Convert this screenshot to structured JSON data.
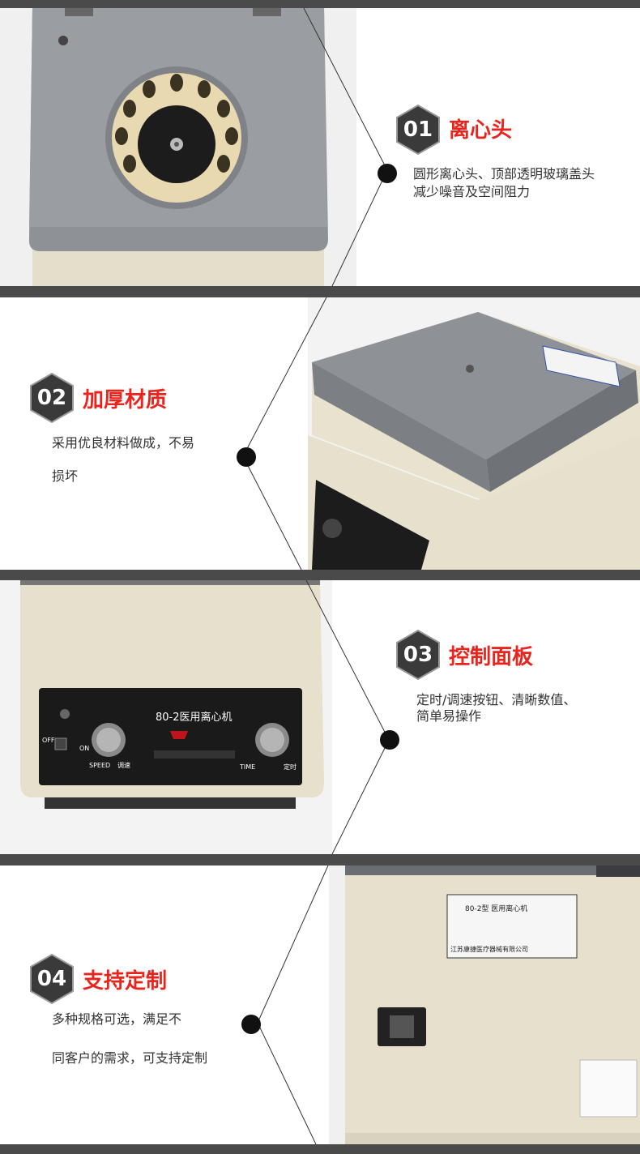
{
  "sections": [
    {
      "number": "01",
      "title": "离心头",
      "lines": [
        "圆形离心头、顶部透明玻璃盖头",
        "减少噪音及空间阻力"
      ]
    },
    {
      "number": "02",
      "title": "加厚材质",
      "lines": [
        "采用优良材料做成，不易",
        "损坏"
      ]
    },
    {
      "number": "03",
      "title": "控制面板",
      "lines": [
        "定时/调速按钮、清晰数值、",
        "简单易操作"
      ]
    },
    {
      "number": "04",
      "title": "支持定制",
      "lines": [
        "多种规格可选，满足不",
        "同客户的需求，可支持定制"
      ]
    }
  ],
  "photos": {
    "panel_model": "80-2医用离心机",
    "speed_label": "SPEED",
    "speed_cn": "调速",
    "time_label": "TIME",
    "time_cn": "定时",
    "off_label": "OFF",
    "on_label": "ON",
    "nameplate_title": "80-2型 医用离心机",
    "nameplate_company": "江苏康捷医疗器械有限公司"
  },
  "colors": {
    "accent": "#e8241c",
    "bar": "#4a4a4a",
    "hex": "#3a3a3a",
    "body": "#e6e0cc",
    "lid": "#8a8d92"
  }
}
